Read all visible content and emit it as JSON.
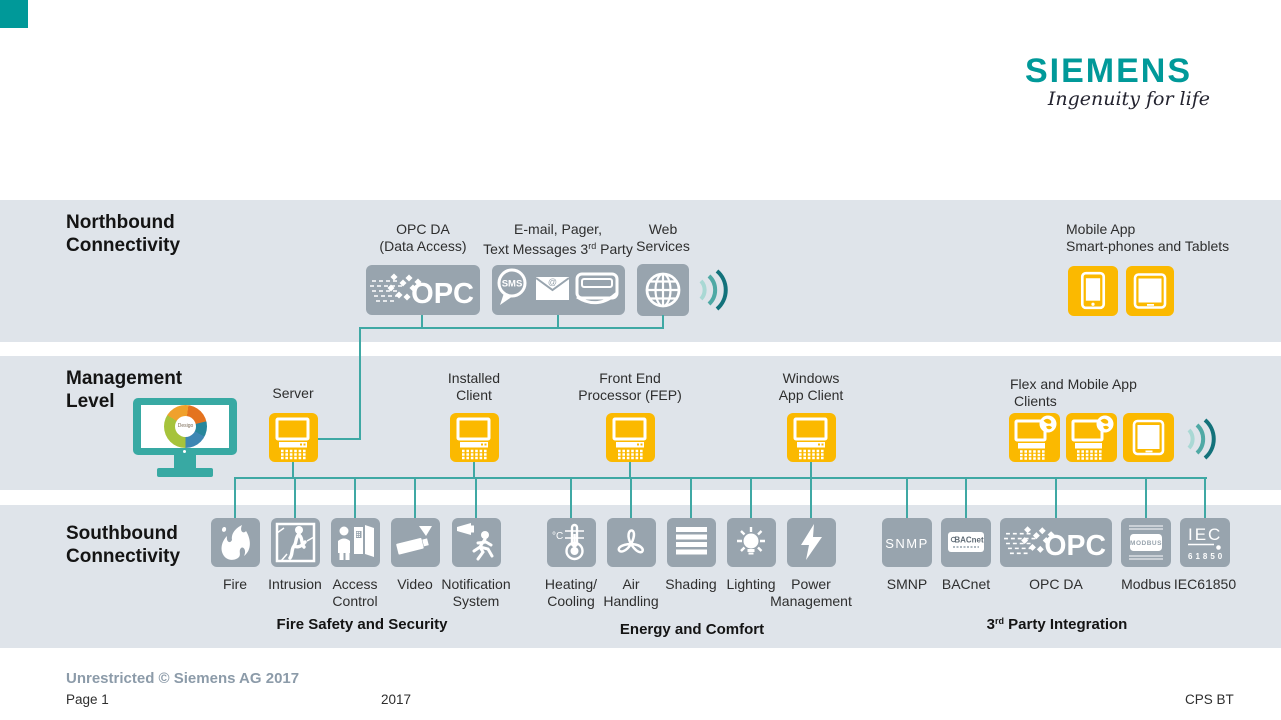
{
  "logo": {
    "text": "SIEMENS",
    "tagline": "Ingenuity for life"
  },
  "colors": {
    "siemens_petrol": "#009999",
    "band_background": "#dfe4ea",
    "tile_gray": "#98a4ae",
    "tile_yellow": "#fbb900",
    "connector_teal": "#3fa8a4"
  },
  "northbound": {
    "title1": "Northbound",
    "title2": "Connectivity",
    "opc": {
      "label1": "OPC DA",
      "label2": "(Data Access)",
      "logo_text": "OPC"
    },
    "messaging": {
      "label1": "E-mail, Pager,",
      "label2_pre": "Text Messages 3",
      "label2_sup": "rd",
      "label2_post": " Party",
      "sms_text": "SMS",
      "at_text": "@"
    },
    "web": {
      "label1": "Web",
      "label2": "Services"
    },
    "mobile": {
      "label1": "Mobile App",
      "label2": "Smart-phones and Tablets"
    }
  },
  "management": {
    "title1": "Management",
    "title2": "Level",
    "desigo_text": "Desigo",
    "server": {
      "label": "Server"
    },
    "installed": {
      "label1": "Installed",
      "label2": "Client"
    },
    "fep": {
      "label1": "Front End",
      "label2": "Processor (FEP)"
    },
    "windows": {
      "label1": "Windows",
      "label2": "App Client"
    },
    "flex": {
      "label1": "Flex and Mobile App",
      "label2": "Clients"
    }
  },
  "southbound": {
    "title1": "Southbound",
    "title2": "Connectivity",
    "items": [
      {
        "label1": "Fire"
      },
      {
        "label1": "Intrusion"
      },
      {
        "label1": "Access",
        "label2": "Control"
      },
      {
        "label1": "Video"
      },
      {
        "label1": "Notification",
        "label2": "System"
      },
      {
        "label1": "Heating/",
        "label2": "Cooling",
        "icon_text": "°C"
      },
      {
        "label1": "Air",
        "label2": "Handling"
      },
      {
        "label1": "Shading"
      },
      {
        "label1": "Lighting"
      },
      {
        "label1": "Power",
        "label2": "Management"
      },
      {
        "label1": "SMNP",
        "icon_text": "SNMP"
      },
      {
        "label1": "BACnet",
        "icon_text": "BACnet"
      },
      {
        "label1": "OPC DA",
        "icon_text": "OPC"
      },
      {
        "label1": "Modbus",
        "icon_text": "MODBUS"
      },
      {
        "label1": "IEC61850",
        "icon_text": "IEC",
        "icon_text2": "61850"
      }
    ],
    "groups": {
      "fire_safety": "Fire Safety and Security",
      "energy": "Energy and Comfort",
      "third_party_pre": "3",
      "third_party_sup": "rd",
      "third_party_post": " Party Integration"
    }
  },
  "footer": {
    "classification": "Unrestricted © Siemens AG 2017",
    "page": "Page 1",
    "year": "2017",
    "department": "CPS BT"
  }
}
